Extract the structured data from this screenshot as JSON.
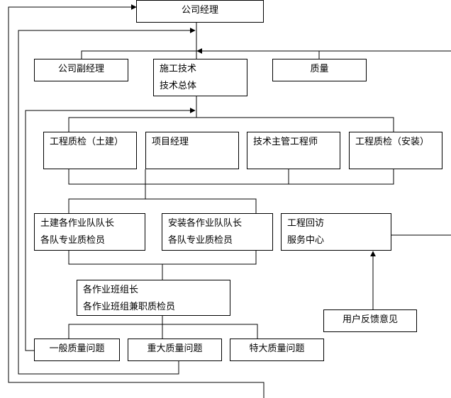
{
  "nodes": {
    "gm": "公司经理",
    "vice_gm": "公司副经理",
    "tech": [
      "施工技术",
      "技术总体"
    ],
    "quality": "质量",
    "qc_civil": "工程质检（土建）",
    "pm": "项目经理",
    "chief_engineer": "技术主管工程师",
    "qc_install": "工程质检（安装）",
    "civil_team": [
      "土建各作业队队长",
      "各队专业质检员"
    ],
    "install_team": [
      "安装各作业队队长",
      "各队专业质检员"
    ],
    "revisit": [
      "工程回访",
      " 服务中心"
    ],
    "squad": [
      "各作业班组长",
      "各作业班组兼职质检员"
    ],
    "feedback": "用户反馈意见",
    "issue_general": "一般质量问题",
    "issue_major": "重大质量问题",
    "issue_critical": "特大质量问题"
  }
}
